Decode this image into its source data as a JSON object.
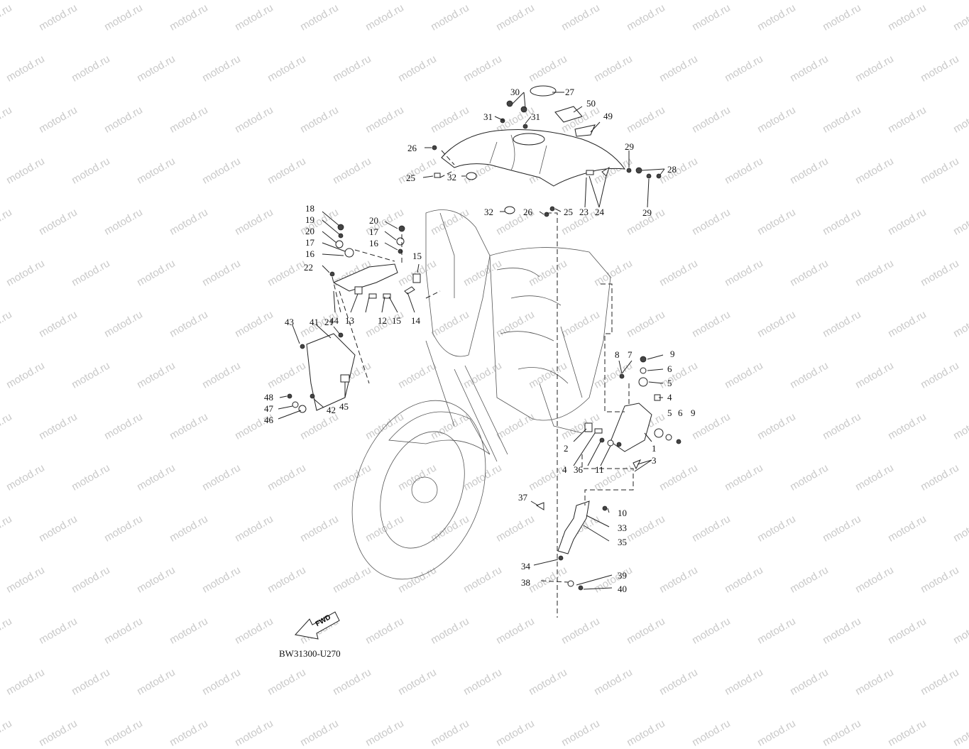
{
  "watermark": "motod.ru",
  "drawing_code": "BW31300-U270",
  "fwd_label": "FWD",
  "callouts": [
    "1",
    "2",
    "3",
    "4",
    "5",
    "6",
    "7",
    "8",
    "9",
    "10",
    "11",
    "12",
    "13",
    "14",
    "15",
    "16",
    "17",
    "18",
    "19",
    "20",
    "21",
    "22",
    "23",
    "24",
    "25",
    "26",
    "27",
    "28",
    "29",
    "30",
    "31",
    "32",
    "33",
    "34",
    "35",
    "36",
    "37",
    "38",
    "39",
    "40",
    "41",
    "42",
    "43",
    "44",
    "45",
    "46",
    "47",
    "48",
    "49",
    "50"
  ]
}
